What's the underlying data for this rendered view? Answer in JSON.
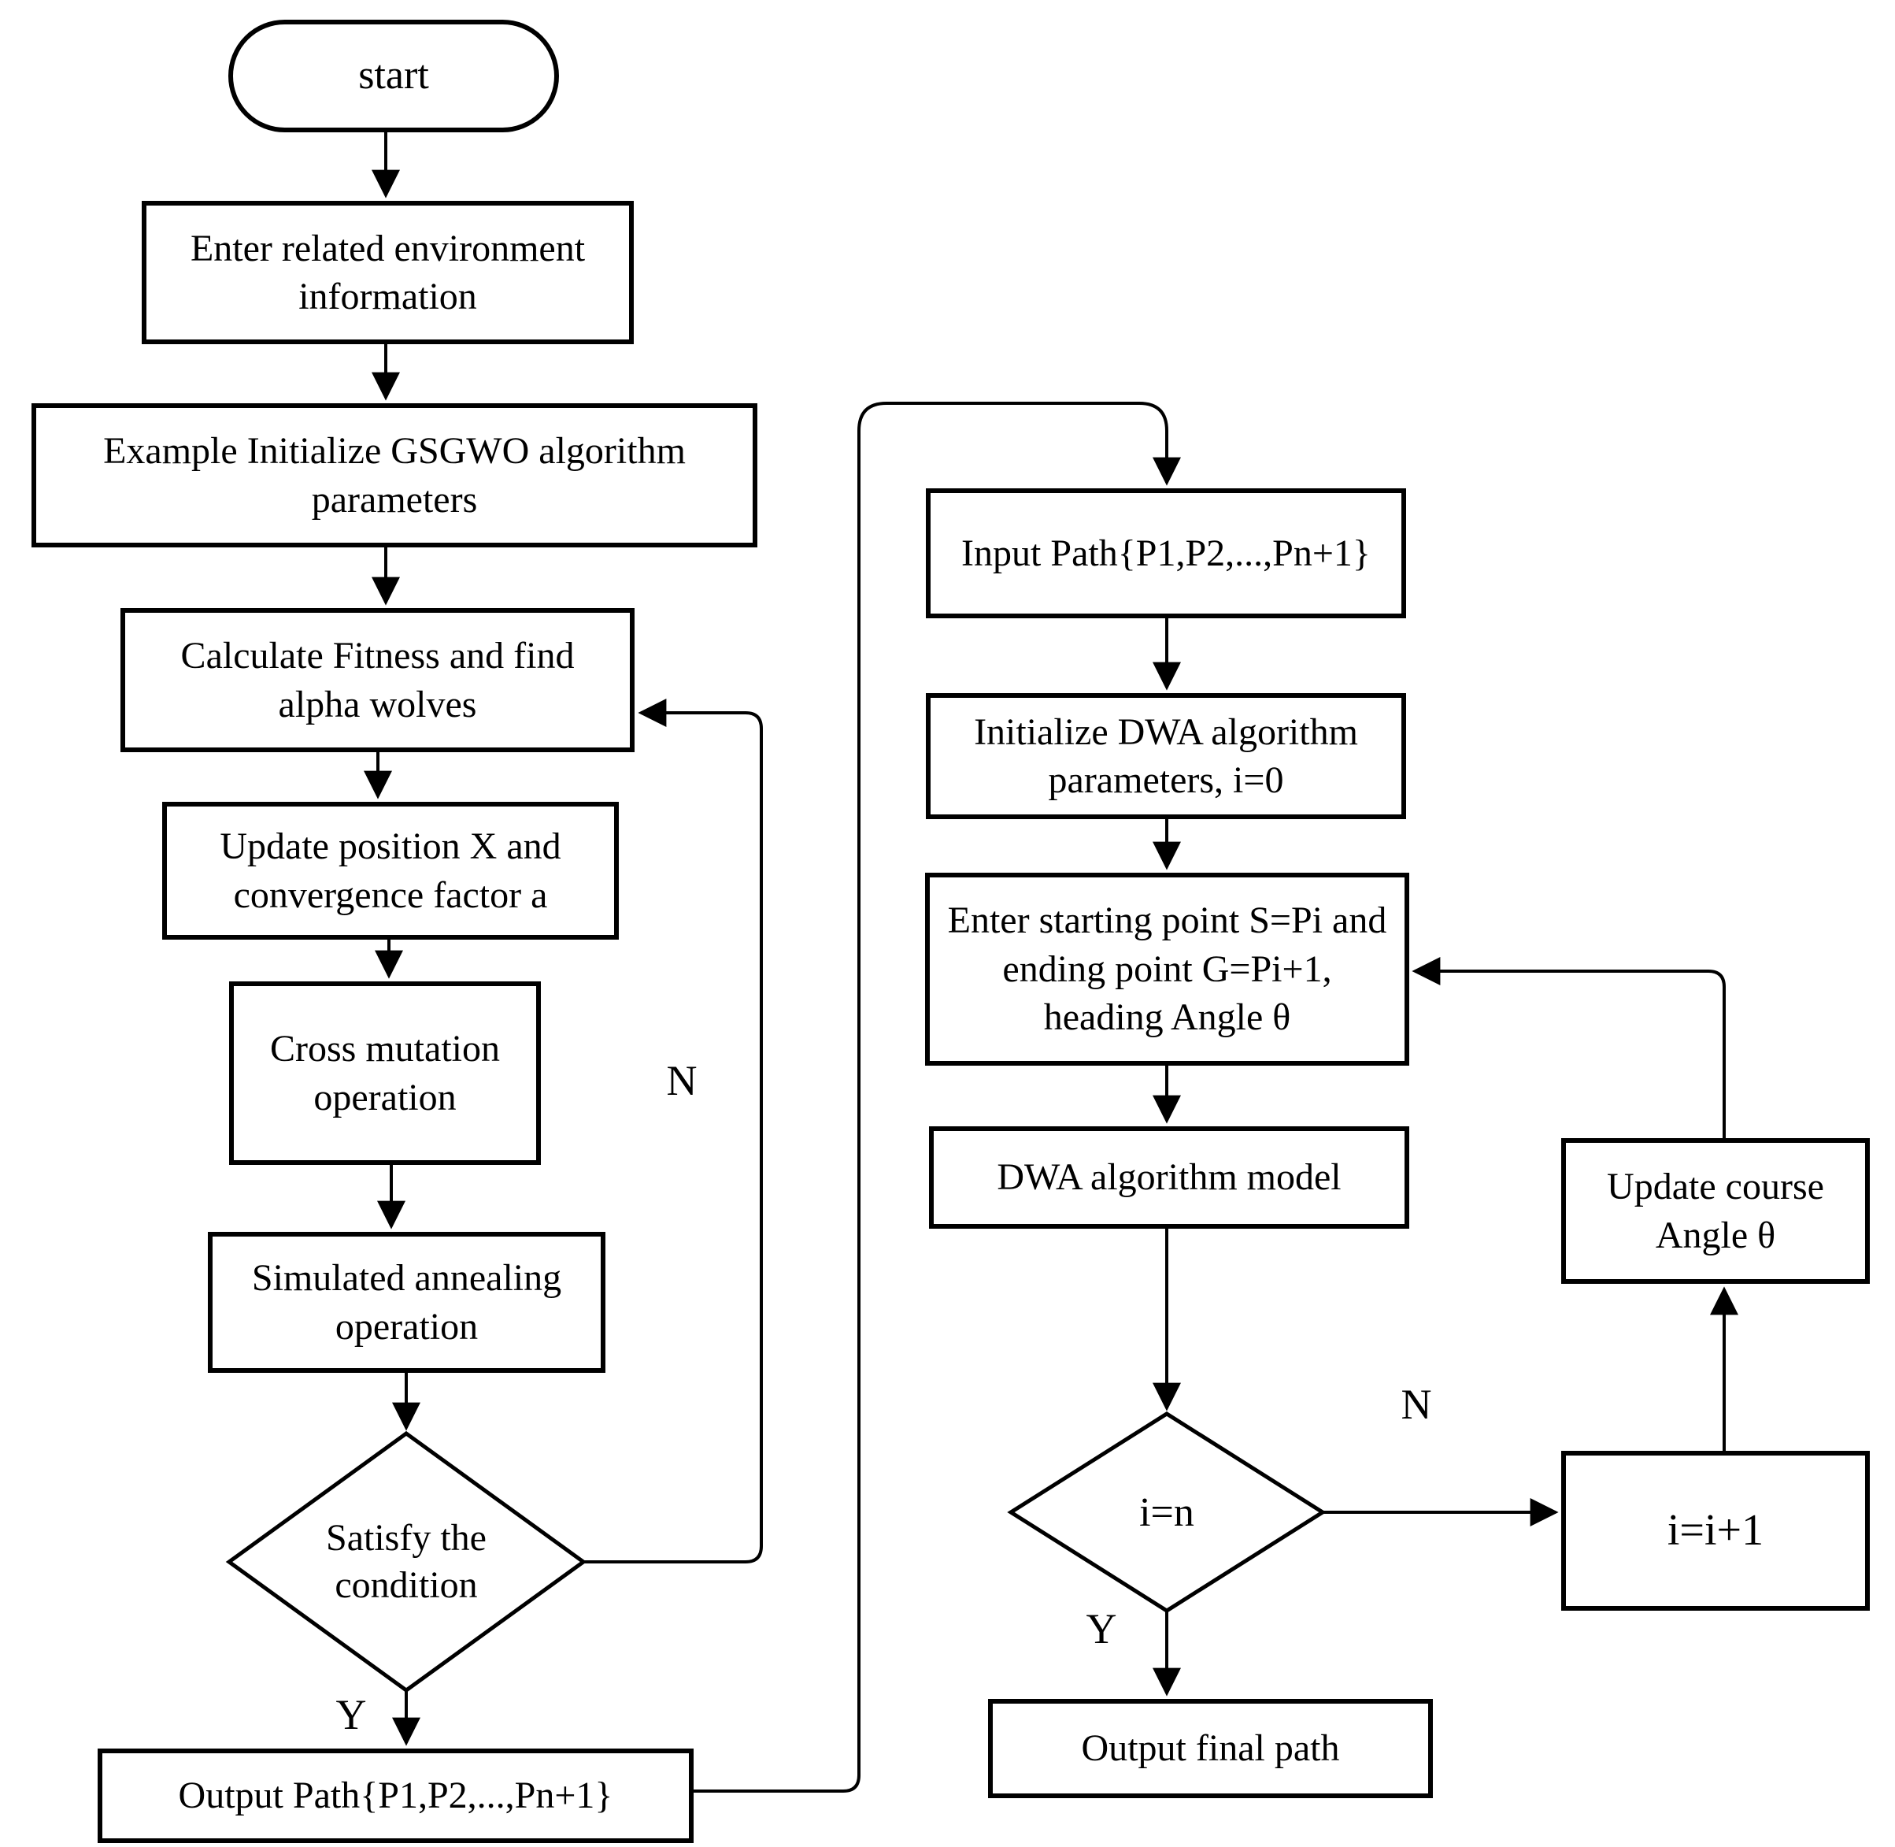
{
  "diagram": {
    "title": "GSGWO + DWA path planning flowchart",
    "colors": {
      "background": "#ffffff",
      "line": "#000000",
      "text": "#000000",
      "node_fill": "#ffffff"
    },
    "nodes": {
      "start": "start",
      "enter_env": "Enter related environment information",
      "init_gsgwo": "Example Initialize GSGWO algorithm parameters",
      "calc_fitness": "Calculate Fitness and find alpha wolves",
      "update_position": "Update position X and convergence factor a",
      "cross_mutation": "Cross mutation operation",
      "simulated_annealing": "Simulated annealing operation",
      "satisfy_condition": "Satisfy the condition",
      "output_path": "Output Path{P1,P2,...,Pn+1}",
      "input_path": "Input Path{P1,P2,...,Pn+1}",
      "init_dwa": "Initialize DWA algorithm parameters, i=0",
      "enter_points": "Enter starting point S=Pi and ending point G=Pi+1, heading Angle θ",
      "dwa_model": "DWA algorithm model",
      "i_equals_n": "i=n",
      "output_final": "Output final path",
      "i_increment": "i=i+1",
      "update_course": "Update course Angle θ"
    },
    "edge_labels": {
      "satisfy_no": "N",
      "satisfy_yes": "Y",
      "ien_no": "N",
      "ien_yes": "Y"
    }
  }
}
